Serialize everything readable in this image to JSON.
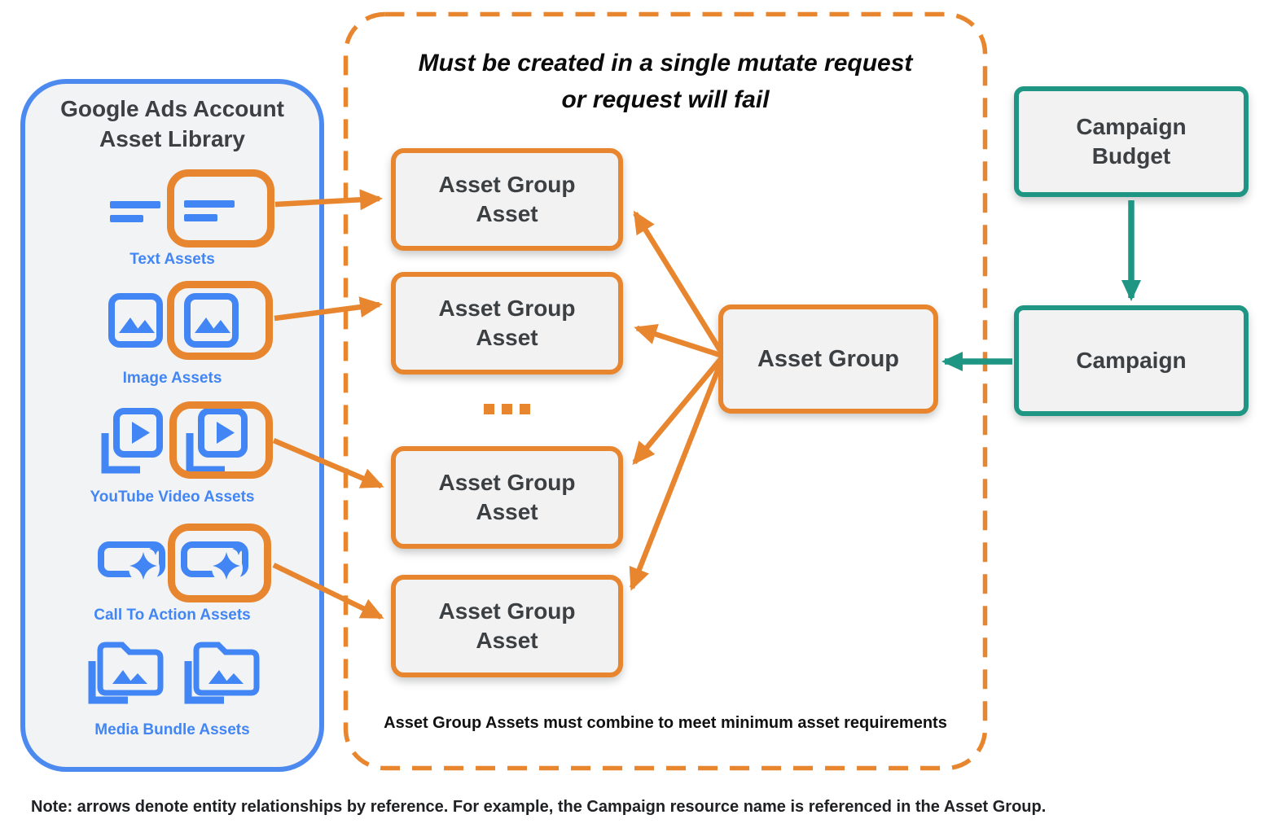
{
  "colors": {
    "orange": "#E8862F",
    "blue": "#4285F4",
    "panel_border_blue": "#4D8AF0",
    "teal": "#1F9583",
    "node_fill": "#F2F2F2",
    "panel_fill": "#F2F3F4",
    "text_dark": "#3C4043"
  },
  "library": {
    "title_line1": "Google Ads Account",
    "title_line2": "Asset Library",
    "rows": [
      {
        "label": "Text Assets"
      },
      {
        "label": "Image Assets"
      },
      {
        "label": "YouTube Video Assets"
      },
      {
        "label": "Call To Action Assets"
      },
      {
        "label": "Media Bundle Assets"
      }
    ]
  },
  "mutate_group": {
    "title_line1": "Must be created in a single mutate request",
    "title_line2": "or request will fail",
    "boxes": [
      {
        "line1": "Asset Group",
        "line2": "Asset"
      },
      {
        "line1": "Asset Group",
        "line2": "Asset"
      },
      {
        "line1": "Asset Group",
        "line2": "Asset"
      },
      {
        "line1": "Asset Group",
        "line2": "Asset"
      }
    ],
    "ellipsis": "...",
    "footer": "Asset Group Assets must combine to meet minimum asset requirements"
  },
  "nodes": {
    "asset_group": {
      "label": "Asset Group"
    },
    "campaign_budget": {
      "line1": "Campaign",
      "line2": "Budget"
    },
    "campaign": {
      "label": "Campaign"
    }
  },
  "note": "Note: arrows denote entity relationships by reference. For example, the Campaign resource name is referenced in the Asset Group."
}
